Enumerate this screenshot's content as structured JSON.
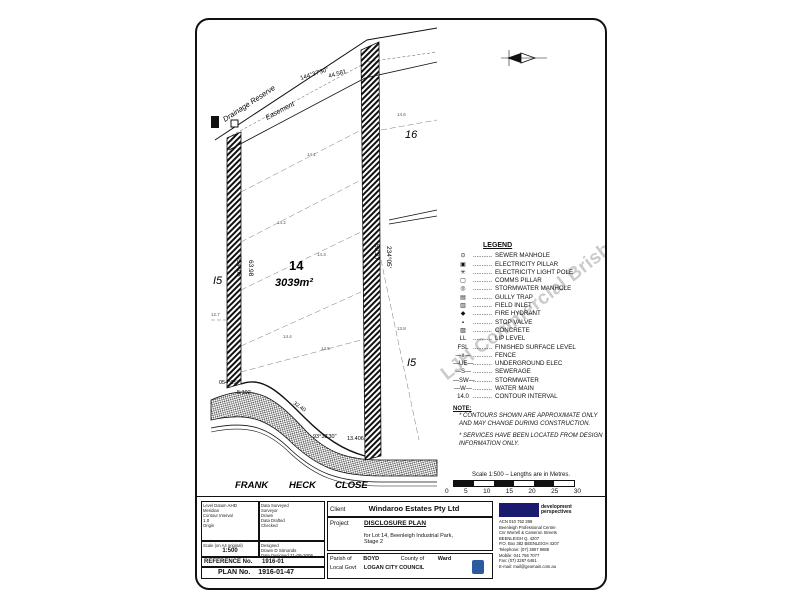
{
  "plan": {
    "lot_number": "14",
    "lot_area": "3039m²",
    "adjacent_lot_16": "16",
    "adjacent_lot_15_right": "I5",
    "adjacent_lot_15_left": "I5",
    "road_name": [
      "FRANK",
      "HECK",
      "CLOSE"
    ],
    "drainage_reserve": "Drainage Reserve",
    "easement": "Easement",
    "bearing_top": "144°37'30\"",
    "dist_top": "44.581",
    "dist_left": "63.98",
    "dist_right": "53.27",
    "bearing_left": "054°05'",
    "bearing_right": "234°05'",
    "frontage_1": "5.102",
    "frontage_2": "13.406",
    "arc_bearing": "93°38'30\"",
    "arc_dist": "32.40",
    "corner_bearing": "054°05'",
    "contours": [
      "14.1",
      "14.2",
      "14.3",
      "14.4",
      "14.5",
      "14.6",
      "12.7",
      "13.8"
    ]
  },
  "legend": {
    "title": "LEGEND",
    "items": [
      {
        "sym": "⊙",
        "label": "SEWER MANHOLE"
      },
      {
        "sym": "▣",
        "label": "ELECTRICITY PILLAR"
      },
      {
        "sym": "✳",
        "label": "ELECTRICITY LIGHT POLE"
      },
      {
        "sym": "▢",
        "label": "COMMS PILLAR"
      },
      {
        "sym": "◎",
        "label": "STORMWATER MANHOLE"
      },
      {
        "sym": "▤",
        "label": "GULLY TRAP"
      },
      {
        "sym": "▥",
        "label": "FIELD INLET"
      },
      {
        "sym": "◆",
        "label": "FIRE HYDRANT"
      },
      {
        "sym": "▪",
        "label": "STOP VALVE"
      },
      {
        "sym": "▨",
        "label": "CONCRETE"
      },
      {
        "sym": "LL",
        "label": "LIP LEVEL"
      },
      {
        "sym": "FSL",
        "label": "FINISHED SURFACE LEVEL"
      },
      {
        "sym": "—x—",
        "label": "FENCE"
      },
      {
        "sym": "—UE—",
        "label": "UNDERGROUND ELEC"
      },
      {
        "sym": "—S—",
        "label": "SEWERAGE"
      },
      {
        "sym": "—SW—",
        "label": "STORMWATER"
      },
      {
        "sym": "—W—",
        "label": "WATER MAIN"
      },
      {
        "sym": "14.0",
        "label": "CONTOUR INTERVAL"
      }
    ],
    "dots": "..........."
  },
  "notes": {
    "heading": "NOTE:",
    "note1": "* CONTOURS SHOWN ARE APPROXIMATE ONLY AND MAY CHANGE DURING CONSTRUCTION.",
    "note2": "* SERVICES HAVE BEEN LOCATED FROM DESIGN INFORMATION ONLY."
  },
  "scale": {
    "title": "Scale 1:500 – Lengths are in Metres.",
    "ticks": [
      "0",
      "5",
      "10",
      "15",
      "20",
      "25",
      "30"
    ]
  },
  "title_block": {
    "level_datum_lbl": "Level Datum",
    "level_datum_val": "AHD",
    "meridian_lbl": "Meridian",
    "contour_lbl": "Contour Interval",
    "contour_val": "1.0",
    "origin_lbl": "Origin",
    "data_surveyed_lbl": "Data Surveyed",
    "surveyor_lbl": "Surveyor",
    "drawn_lbl": "Drawn",
    "data_drafted_lbl": "Data Drafted",
    "checked_lbl": "Checked",
    "scale_lbl": "Scale (on A4 original)",
    "scale_val": "1:500",
    "designed_lbl": "Designed",
    "drawn2_lbl": "Drawn",
    "drawn2_val": "D Simonds",
    "date_designed_lbl": "Date Designed",
    "date_designed_val": "21-09-2006",
    "reference_lbl": "REFERENCE No.",
    "reference_val": "1916-01",
    "plan_lbl": "PLAN No.",
    "plan_val": "1916-01-47",
    "client_lbl": "Client",
    "client_val": "Windaroo Estates Pty Ltd",
    "project_lbl": "Project",
    "project_val": "DISCLOSURE PLAN",
    "project_desc": "for Lot 14, Beenleigh Industrial Park, Stage 2",
    "parish_lbl": "Parish of",
    "parish_val": "BOYD",
    "county_lbl": "County of",
    "county_val": "Ward",
    "local_govt_lbl": "Local Govt",
    "local_govt_val": "LOGAN CITY COUNCIL",
    "company_name": "development perspectives",
    "acn": "ACN 010 752 388",
    "address1": "Beenleigh Professional Centre",
    "address2": "Cnr Worrell & Cameron Streets",
    "address3": "BEENLEIGH Q. 4207",
    "po_box": "P.O. Box 382 BEENLEIGH 4207",
    "telephone": "Telephone: (07) 3807 9888",
    "mobile": "Mobile: 041 756 7077",
    "fax": "Fax: (07) 3287 6461",
    "email": "E-mail: mail@geomain.com.au"
  },
  "watermark": "LJH Commercial Brisbane"
}
